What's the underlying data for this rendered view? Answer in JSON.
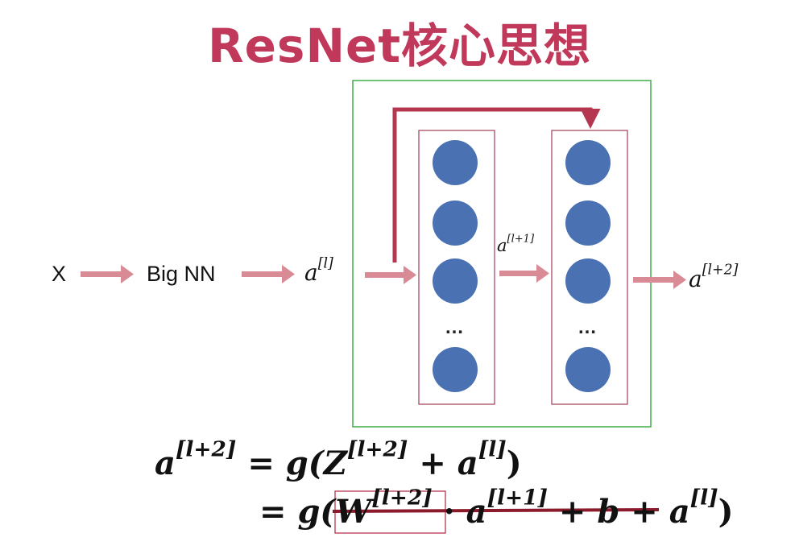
{
  "title": "ResNet核心思想",
  "flow": {
    "input_label": "X",
    "block_label": "Big NN",
    "activation_l": {
      "base": "a",
      "sup": "[l]"
    },
    "activation_l1": {
      "base": "a",
      "sup": "[l+1]"
    },
    "activation_l2": {
      "base": "a",
      "sup": "[l+2]"
    }
  },
  "layers": {
    "ellipsis": "…"
  },
  "equations": {
    "line1": {
      "lhs": {
        "base": "a",
        "sup": "[l+2]"
      },
      "equals": "=",
      "func_open": "g(",
      "z_term": {
        "base": "Z",
        "sup": "[l+2]"
      },
      "plus": "+",
      "a_term": {
        "base": "a",
        "sup": "[l]"
      },
      "close": ")"
    },
    "line2": {
      "equals": "=",
      "func_open": "g(",
      "w_term": {
        "base": "W",
        "sup": "[l+2]"
      },
      "dot": "·",
      "a_mid": {
        "base": "a",
        "sup": "[l+1]"
      },
      "plus1": "+",
      "b_term": "b",
      "plus2": "+",
      "a_term": {
        "base": "a",
        "sup": "[l]"
      },
      "close": ")"
    }
  },
  "colors": {
    "title": "#c0395a",
    "arrow": "#d98b95",
    "skip_connection": "#b5364f",
    "layer_border": "#a84a62",
    "neuron": "#4a72b3",
    "residual_box_border": "#3fae4a",
    "strike": "#8b1a2b"
  }
}
